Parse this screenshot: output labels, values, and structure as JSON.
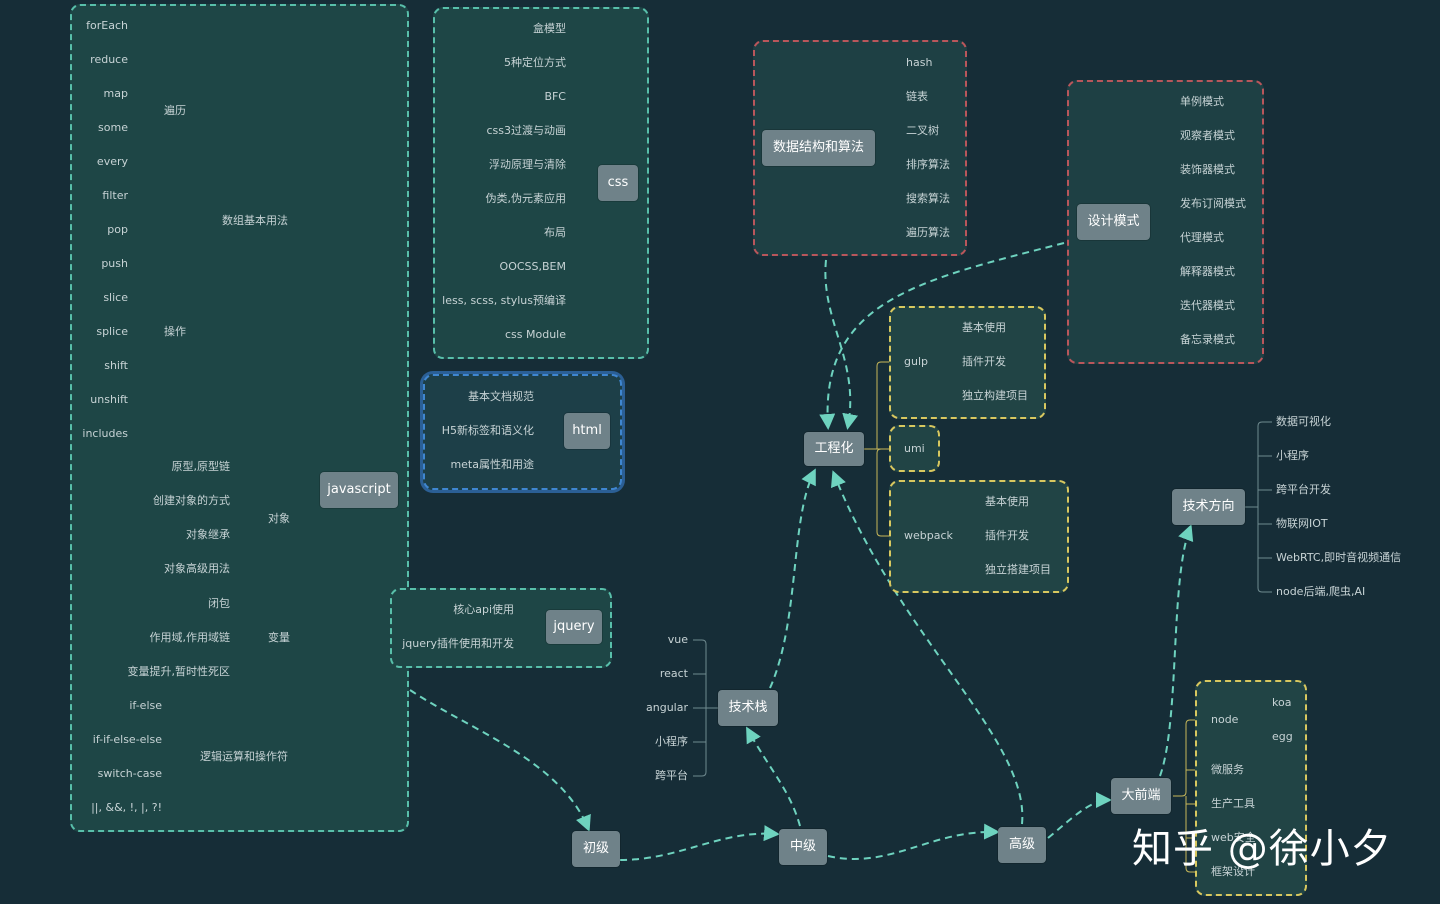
{
  "javascript": {
    "root": "javascript",
    "array_basic": "数组基本用法",
    "traverse": "遍历",
    "traverse_items": [
      "forEach",
      "reduce",
      "map",
      "some",
      "every",
      "filter"
    ],
    "operate": "操作",
    "operate_items": [
      "pop",
      "push",
      "slice",
      "splice",
      "shift",
      "unshift",
      "includes"
    ],
    "object": "对象",
    "object_items": [
      "原型,原型链",
      "创建对象的方式",
      "对象继承",
      "对象高级用法"
    ],
    "variable": "变量",
    "variable_items": [
      "闭包",
      "作用域,作用域链",
      "变量提升,暂时性死区"
    ],
    "logic": "逻辑运算和操作符",
    "logic_items": [
      "if-else",
      "if-if-else-else",
      "switch-case",
      "||, &&, !, |, ?!"
    ]
  },
  "css": {
    "root": "css",
    "items": [
      "盒模型",
      "5种定位方式",
      "BFC",
      "css3过渡与动画",
      "浮动原理与清除",
      "伪类,伪元素应用",
      "布局",
      "OOCSS,BEM",
      "less, scss, stylus预编译",
      "css Module"
    ]
  },
  "html": {
    "root": "html",
    "items": [
      "基本文档规范",
      "H5新标签和语义化",
      "meta属性和用途"
    ]
  },
  "jquery": {
    "root": "jquery",
    "items": [
      "核心api使用",
      "jquery插件使用和开发"
    ]
  },
  "algo": {
    "root": "数据结构和算法",
    "items": [
      "hash",
      "链表",
      "二叉树",
      "排序算法",
      "搜索算法",
      "遍历算法"
    ]
  },
  "design": {
    "root": "设计模式",
    "items": [
      "单例模式",
      "观察者模式",
      "装饰器模式",
      "发布订阅模式",
      "代理模式",
      "解释器模式",
      "迭代器模式",
      "备忘录模式"
    ]
  },
  "engineering": {
    "root": "工程化",
    "gulp": "gulp",
    "gulp_items": [
      "基本使用",
      "插件开发",
      "独立构建项目"
    ],
    "umi": "umi",
    "webpack": "webpack",
    "webpack_items": [
      "基本使用",
      "插件开发",
      "独立搭建项目"
    ]
  },
  "direction": {
    "root": "技术方向",
    "items": [
      "数据可视化",
      "小程序",
      "跨平台开发",
      "物联网IOT",
      "WebRTC,即时音视频通信",
      "node后端,爬虫,AI"
    ]
  },
  "stack": {
    "root": "技术栈",
    "items": [
      "vue",
      "react",
      "angular",
      "小程序",
      "跨平台"
    ]
  },
  "levels": {
    "junior": "初级",
    "middle": "中级",
    "senior": "高级",
    "big": "大前端"
  },
  "bigfe": {
    "node": "node",
    "node_items": [
      "koa",
      "egg"
    ],
    "items": [
      "微服务",
      "生产工具",
      "web安全",
      "框架设计"
    ]
  },
  "watermark": "知乎 @徐小夕"
}
